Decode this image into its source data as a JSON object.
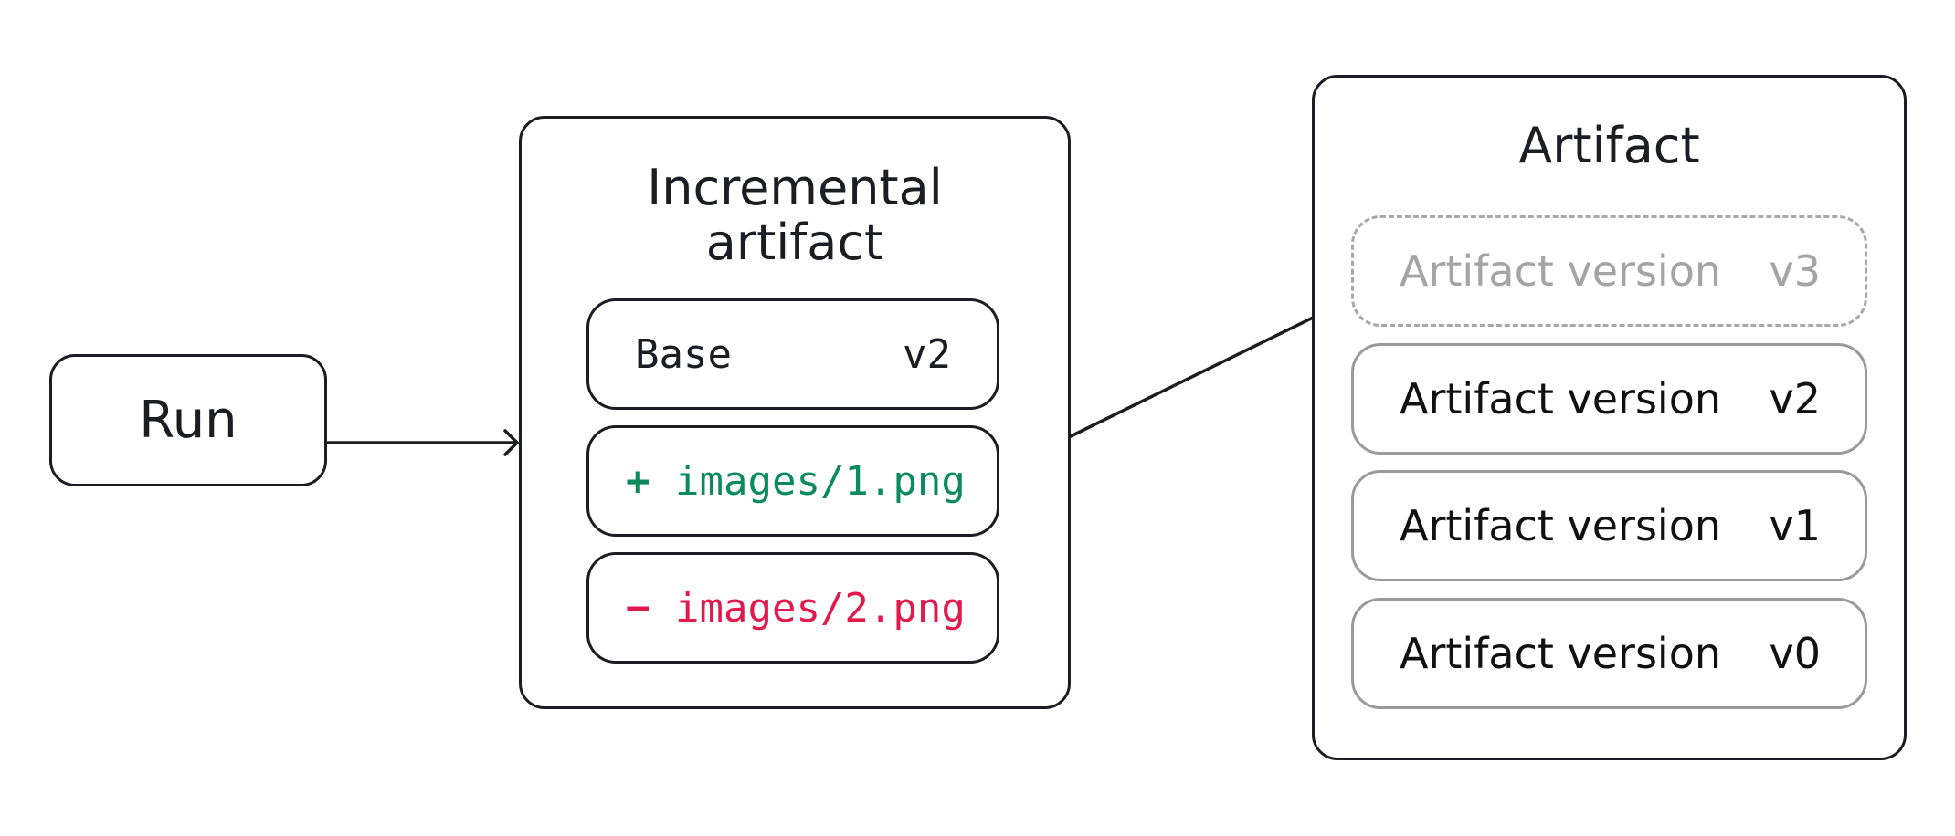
{
  "run": {
    "label": "Run"
  },
  "incremental": {
    "title_line1": "Incremental",
    "title_line2": "artifact",
    "base": {
      "label": "Base",
      "version": "v2"
    },
    "added": {
      "sign": "+",
      "path": "images/1.png",
      "color": "#0b8a5e"
    },
    "removed": {
      "sign": "−",
      "path": "images/2.png",
      "color": "#e2194b"
    }
  },
  "artifact": {
    "title": "Artifact",
    "versions": [
      {
        "label": "Artifact version",
        "version": "v3",
        "state": "pending"
      },
      {
        "label": "Artifact version",
        "version": "v2",
        "state": "existing"
      },
      {
        "label": "Artifact version",
        "version": "v1",
        "state": "existing"
      },
      {
        "label": "Artifact version",
        "version": "v0",
        "state": "existing"
      }
    ]
  },
  "colors": {
    "stroke": "#1b1d22",
    "version_border": "#9a9a9a",
    "pending": "#a4a4a4"
  }
}
